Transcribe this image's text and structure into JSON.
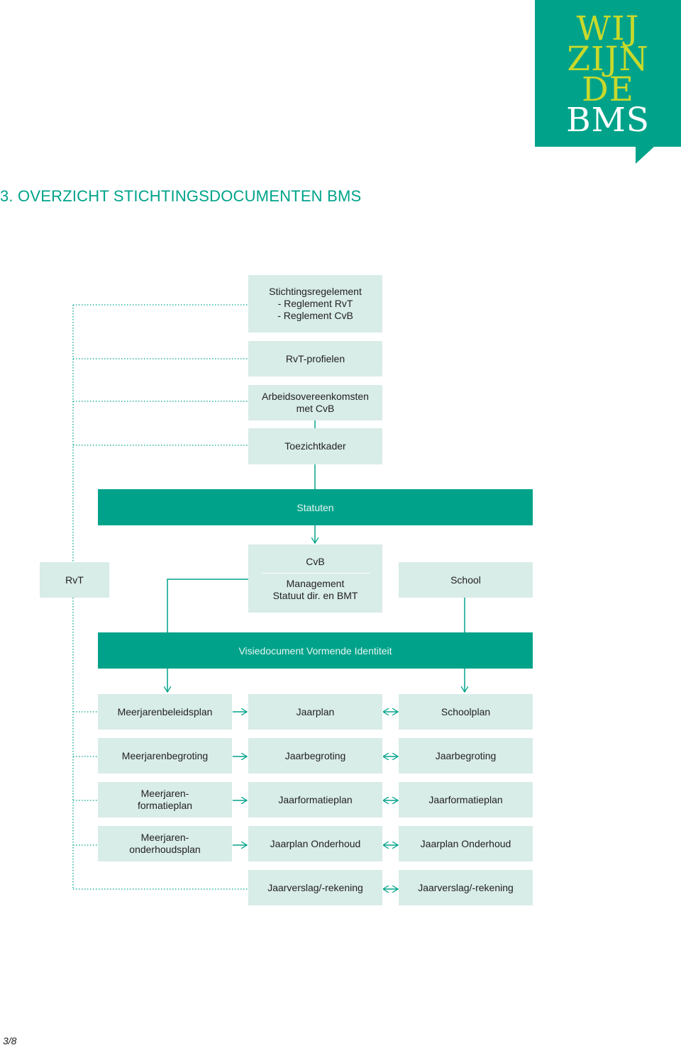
{
  "logo": {
    "line1": "WIJ",
    "line2": "ZIJN",
    "line3": "DE",
    "line4": "BMS"
  },
  "page_title": "3. OVERZICHT STICHTINGSDOCUMENTEN BMS",
  "top_docs": {
    "stichtingsregelement": [
      "Stichtingsregelement",
      "- Reglement RvT",
      "- Reglement CvB"
    ],
    "rvt_profielen": "RvT-profielen",
    "arbeidsovereenkomsten": [
      "Arbeidsovereenkomsten",
      "met CvB"
    ],
    "toezichtkader": "Toezichtkader"
  },
  "statuten": "Statuten",
  "rvt": "RvT",
  "cvb": {
    "title": "CvB",
    "lines": [
      "Management",
      "Statuut dir. en BMT"
    ]
  },
  "school": "School",
  "visiedocument": "Visiedocument Vormende Identiteit",
  "rows": [
    {
      "left": [
        "Meerjarenbeleidsplan"
      ],
      "middle": "Jaarplan",
      "right": "Schoolplan"
    },
    {
      "left": [
        "Meerjarenbegroting"
      ],
      "middle": "Jaarbegroting",
      "right": "Jaarbegroting"
    },
    {
      "left": [
        "Meerjaren-",
        "formatieplan"
      ],
      "middle": "Jaarformatieplan",
      "right": "Jaarformatieplan"
    },
    {
      "left": [
        "Meerjaren-",
        "onderhoudsplan"
      ],
      "middle": "Jaarplan Onderhoud",
      "right": "Jaarplan Onderhoud"
    },
    {
      "middle": "Jaarverslag/-rekening",
      "right": "Jaarverslag/-rekening"
    }
  ],
  "page_number": "3/8",
  "colors": {
    "accent": "#00a38a",
    "box_fill": "#d8ece8",
    "lime": "#c8d92b"
  }
}
